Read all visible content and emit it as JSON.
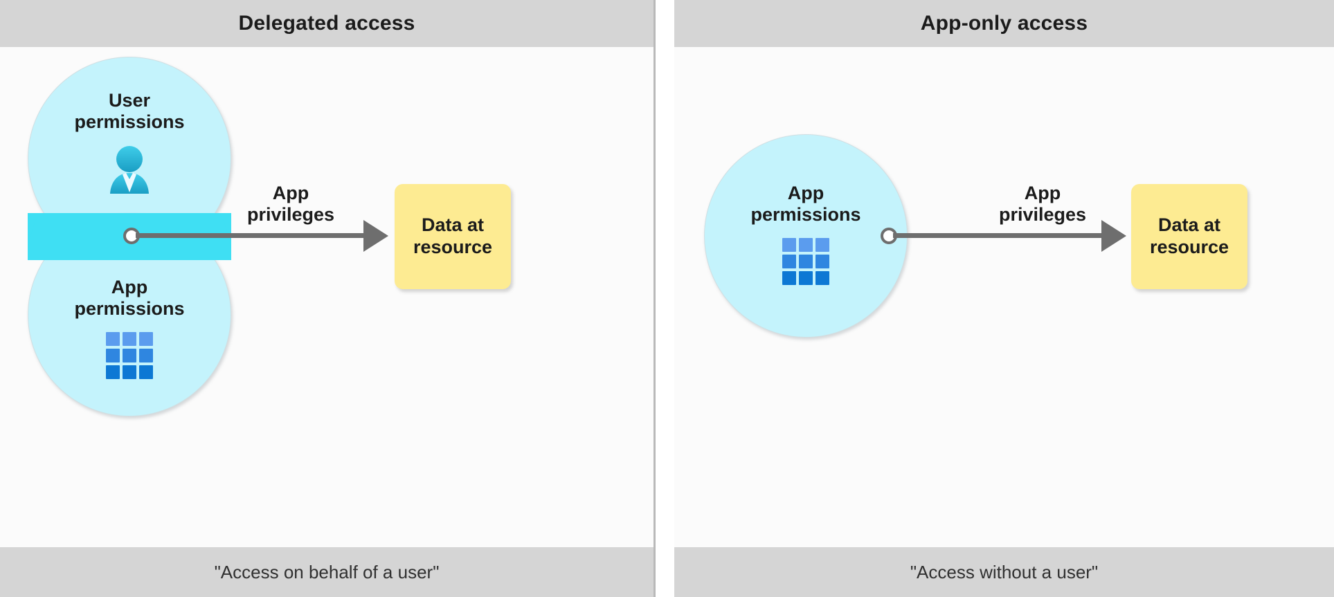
{
  "diagram": {
    "title": "Delegated access and App-only access comparison"
  },
  "panels": {
    "left": {
      "header": "Delegated access",
      "footer": "\"Access on behalf of a user\"",
      "bubbles": [
        {
          "label": "User\npermissions",
          "icon": "user-person-icon"
        },
        {
          "label": "App\npermissions",
          "icon": "app-grid-icon"
        }
      ],
      "connector": {
        "label": "App\nprivileges",
        "node": "connection-node"
      },
      "resource": {
        "label": "Data at\nresource"
      }
    },
    "right": {
      "header": "App-only access",
      "footer": "\"Access without a user\"",
      "bubbles": [
        {
          "label": "App\npermissions",
          "icon": "app-grid-icon"
        }
      ],
      "connector": {
        "label": "App\nprivileges",
        "node": "connection-node"
      },
      "resource": {
        "label": "Data at\nresource"
      }
    }
  },
  "colors": {
    "panel_background": "#fbfbfb",
    "header_footer_background": "#d5d5d5",
    "bubble_fill": "#c4f3fc",
    "bubble_overlap_fill": "#3fdff3",
    "connector_gray": "#6e6e6e",
    "resource_yellow": "#fdeb92",
    "grid_icon_blue_light": "#5b9cee",
    "grid_icon_blue_mid": "#2f86e0",
    "grid_icon_blue_dark": "#0d78d4",
    "person_icon_blue": "#29b6dc",
    "text_dark": "#1b1b1b"
  }
}
